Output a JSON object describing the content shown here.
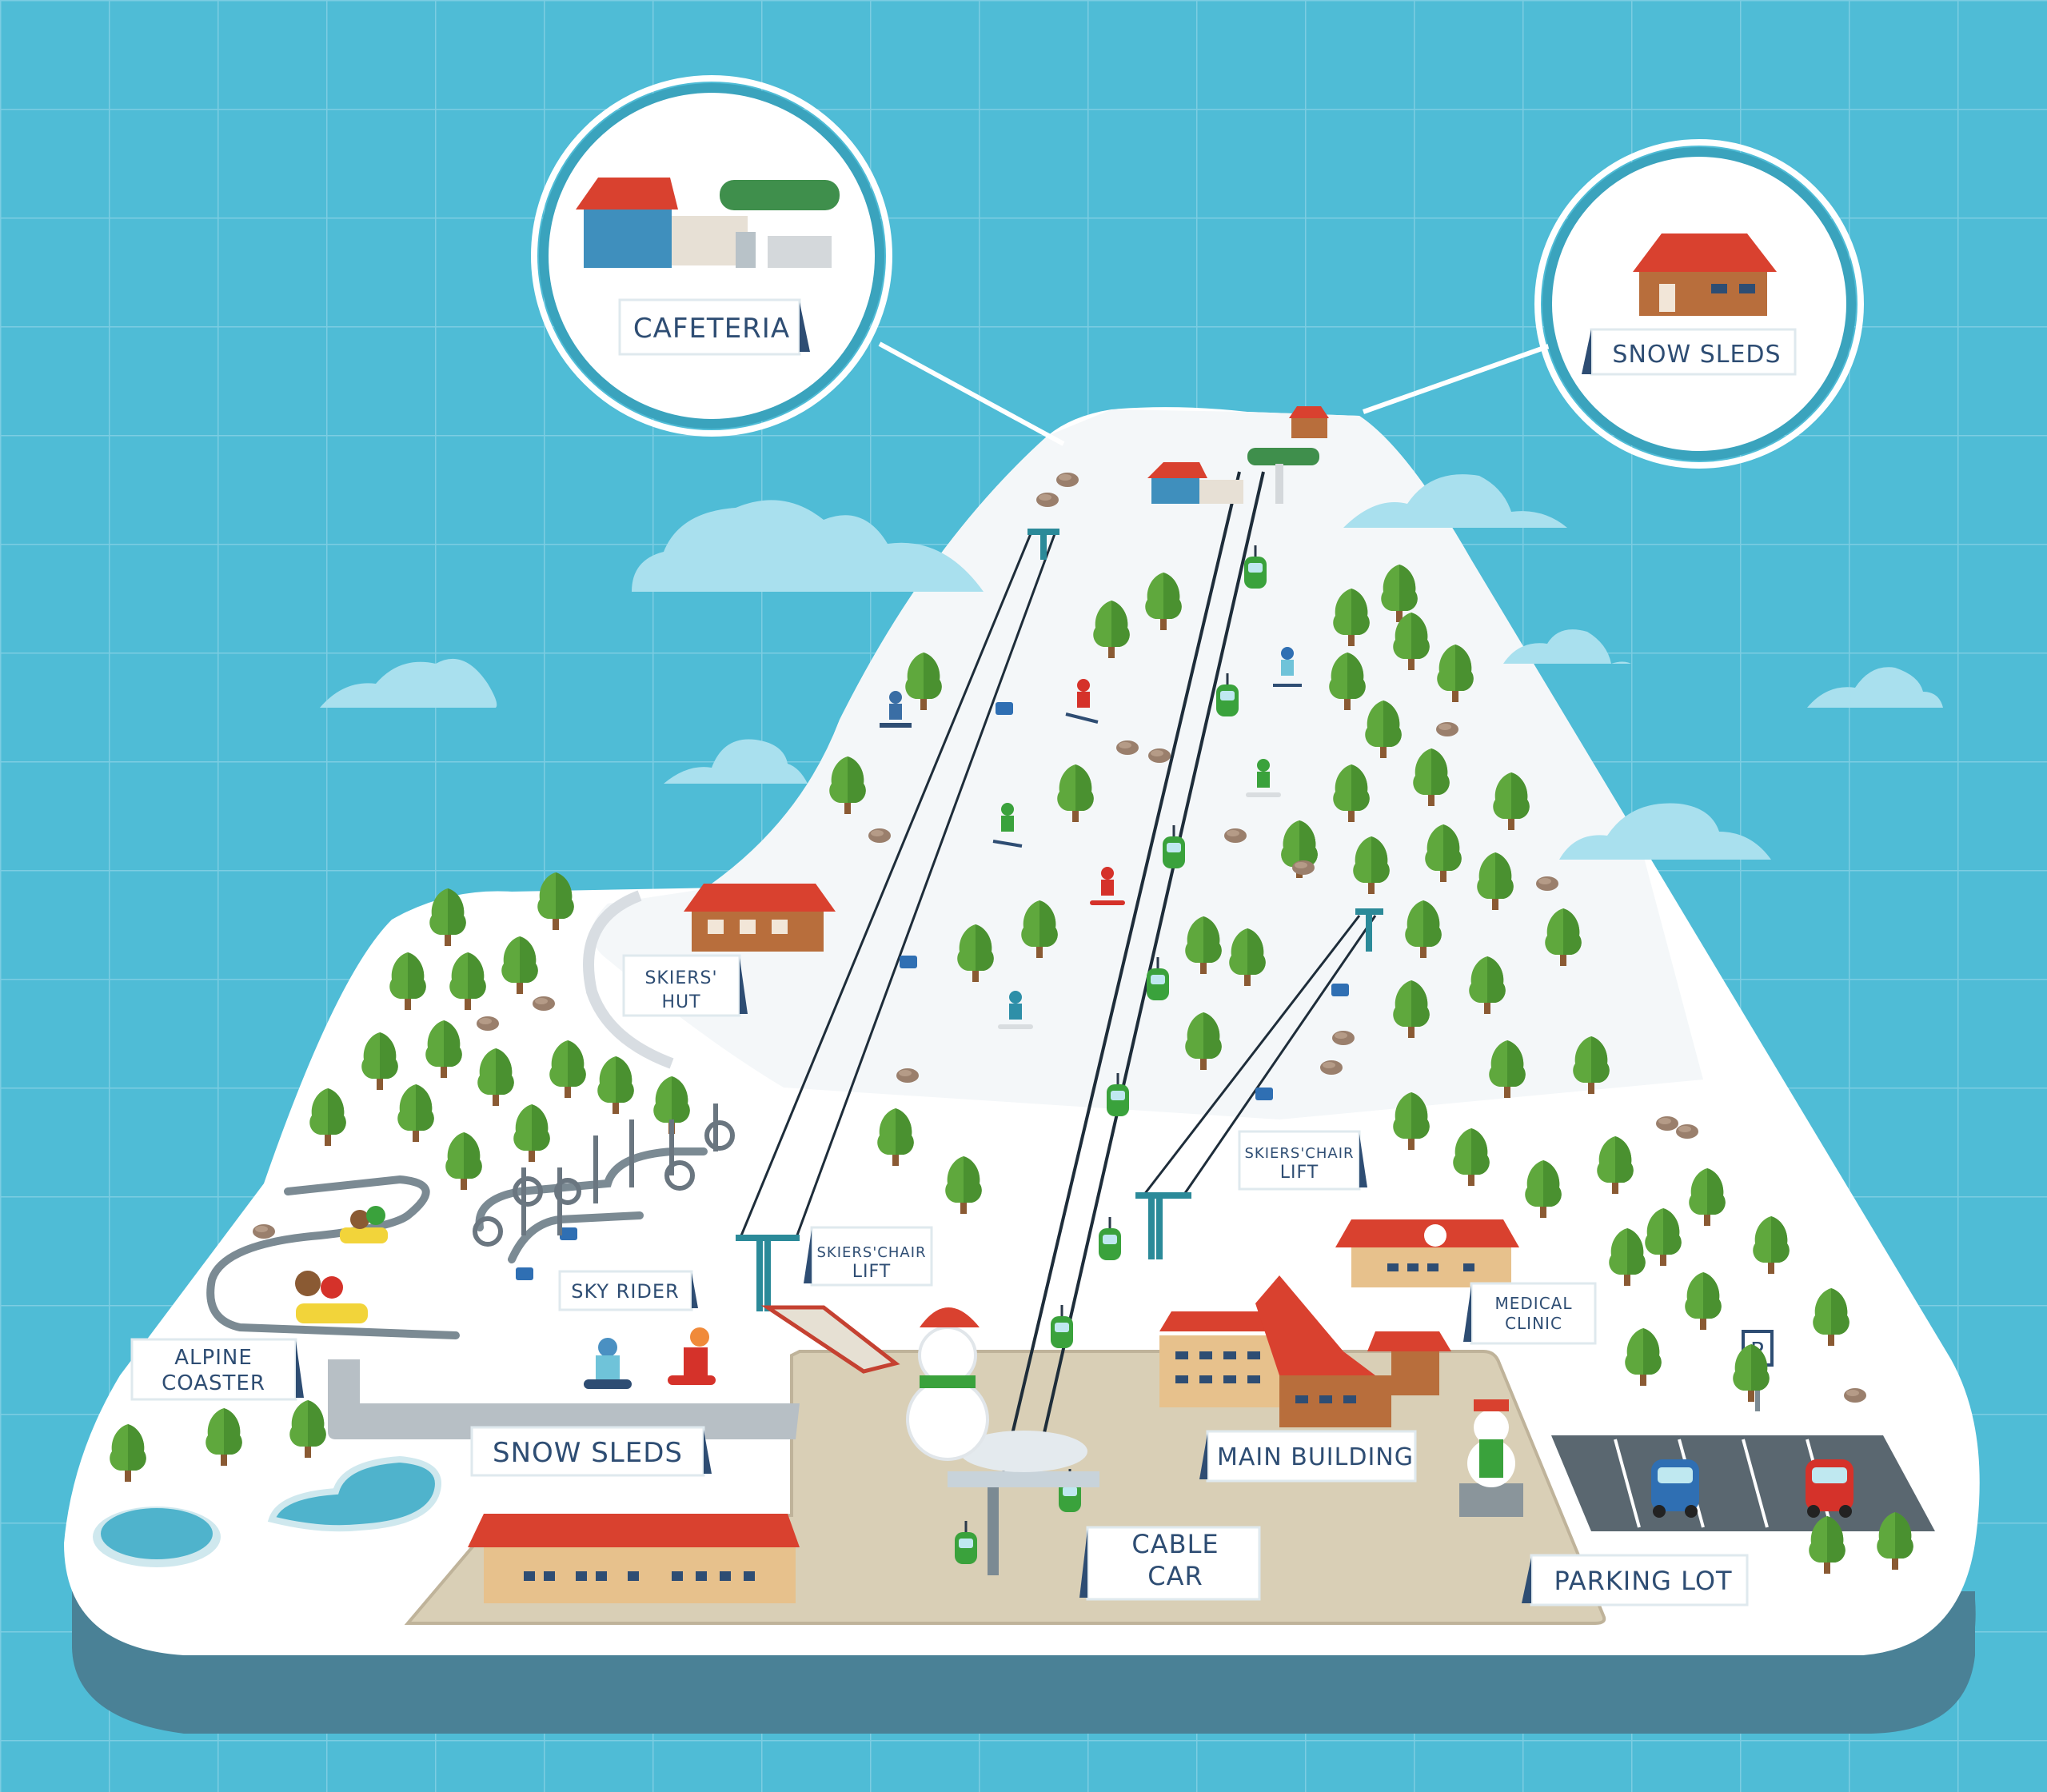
{
  "map": {
    "labels": {
      "cafeteria": "CAFETERIA",
      "snow_sleds_top": "SNOW SLEDS",
      "skiers_hut_line1": "SKIERS'",
      "skiers_hut_line2": "HUT",
      "skiers_chair_lift_left_line1": "SKIERS'CHAIR",
      "skiers_chair_lift_left_line2": "LIFT",
      "skiers_chair_lift_right_line1": "SKIERS'CHAIR",
      "skiers_chair_lift_right_line2": "LIFT",
      "sky_rider": "SKY RIDER",
      "alpine_coaster_line1": "ALPINE",
      "alpine_coaster_line2": "COASTER",
      "snow_sleds_bottom": "SNOW SLEDS",
      "medical_clinic_line1": "MEDICAL",
      "medical_clinic_line2": "CLINIC",
      "main_building": "MAIN BUILDING",
      "cable_car_line1": "CABLE",
      "cable_car_line2": "CAR",
      "parking_lot": "PARKING LOT",
      "parking_sign": "P"
    },
    "colors": {
      "sky": "#4fbcd6",
      "snow": "#ffffff",
      "roof": "#d9412f",
      "tree": "#5fa83d",
      "gondola": "#3aa23c",
      "plaza": "#d9cfb6",
      "label_text": "#2e4d73"
    }
  }
}
